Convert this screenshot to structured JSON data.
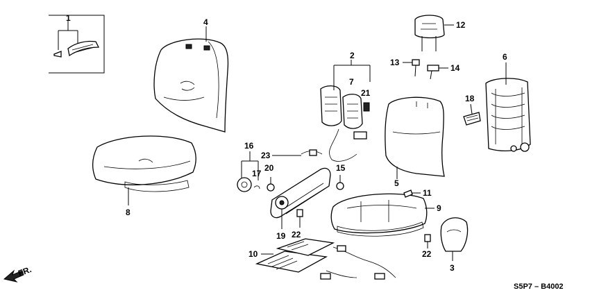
{
  "diagram": {
    "part_labels": [
      "1",
      "2",
      "3",
      "4",
      "5",
      "6",
      "7",
      "8",
      "9",
      "10",
      "11",
      "12",
      "13",
      "14",
      "15",
      "16",
      "17",
      "18",
      "19",
      "20",
      "21",
      "22",
      "22",
      "23"
    ],
    "direction_label": "FR.",
    "code": "S5P7 – B4002"
  }
}
